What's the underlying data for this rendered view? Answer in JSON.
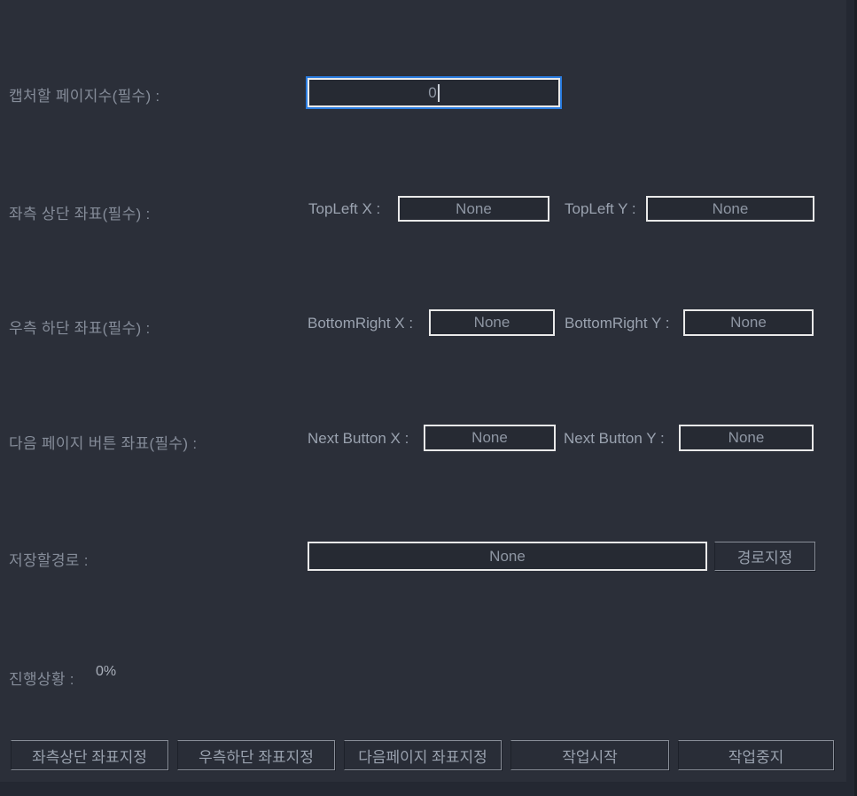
{
  "colors": {
    "window_bg": "#2b2f39",
    "edge_bg": "#242832",
    "input_bg": "#262a33",
    "input_border": "#e9e9e9",
    "focus_border": "#2b7de1",
    "label_text": "#858c99",
    "field_label_text": "#9aa2af",
    "value_text": "#8e96a3",
    "button_text": "#99a1ae"
  },
  "form": {
    "pages": {
      "label": "캡처할 페이지수(필수) :",
      "value": "0"
    },
    "topleft": {
      "label": "좌측 상단 좌표(필수) :",
      "x_label": "TopLeft X :",
      "x_value": "None",
      "y_label": "TopLeft Y :",
      "y_value": "None"
    },
    "bottomright": {
      "label": "우측 하단 좌표(필수) :",
      "x_label": "BottomRight X :",
      "x_value": "None",
      "y_label": "BottomRight Y :",
      "y_value": "None"
    },
    "nextbutton": {
      "label": "다음 페이지 버튼 좌표(필수) :",
      "x_label": "Next Button X :",
      "x_value": "None",
      "y_label": "Next Button Y :",
      "y_value": "None"
    },
    "savepath": {
      "label": "저장할경로 :",
      "value": "None",
      "button_label": "경로지정"
    },
    "progress": {
      "label": "진행상황 :",
      "value": "0%"
    }
  },
  "footer": {
    "buttons": [
      {
        "label": "좌측상단 좌표지정"
      },
      {
        "label": "우측하단 좌표지정"
      },
      {
        "label": "다음페이지 좌표지정"
      },
      {
        "label": "작업시작"
      },
      {
        "label": "작업중지"
      }
    ]
  }
}
